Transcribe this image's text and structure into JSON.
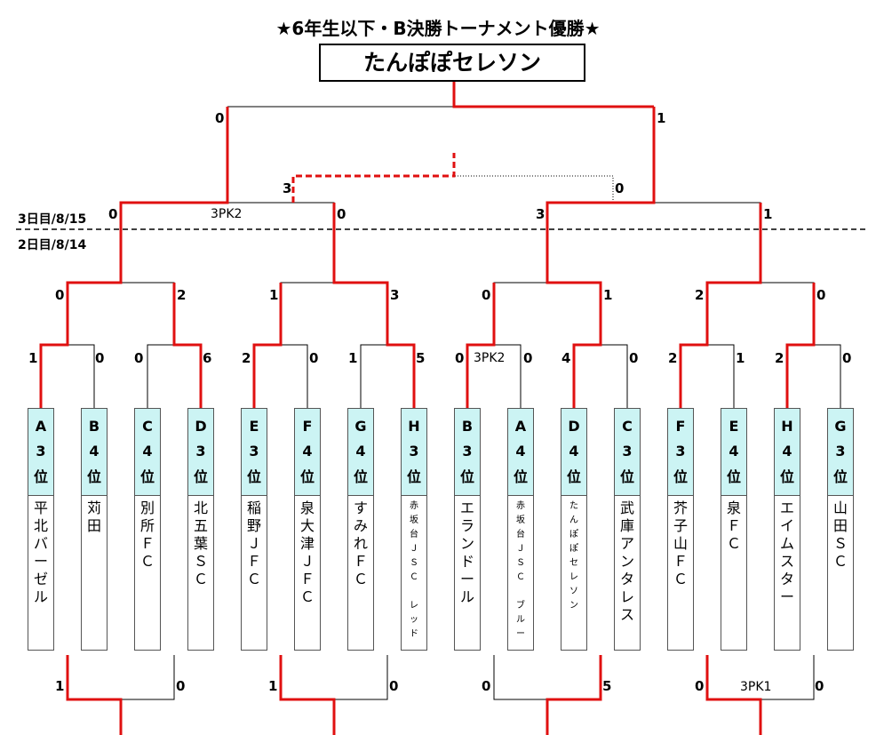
{
  "title": "★6年生以下・B決勝トーナメント優勝★",
  "champion": "たんぽぽセレソン",
  "day3_label": "3日目/8/15",
  "day2_label": "2日目/8/14",
  "colors": {
    "winner_line": "#e01010",
    "normal_line": "#000000",
    "seed_bg": "#ccf4f4"
  },
  "teams": [
    {
      "group": "A",
      "rank": "3",
      "pos": "位",
      "name": "平北バーゼル"
    },
    {
      "group": "B",
      "rank": "4",
      "pos": "位",
      "name": "苅田"
    },
    {
      "group": "C",
      "rank": "4",
      "pos": "位",
      "name": "別所ＦＣ"
    },
    {
      "group": "D",
      "rank": "3",
      "pos": "位",
      "name": "北五葉ＳＣ"
    },
    {
      "group": "E",
      "rank": "3",
      "pos": "位",
      "name": "稲野ＪＦＣ"
    },
    {
      "group": "F",
      "rank": "4",
      "pos": "位",
      "name": "泉大津ＪＦＣ"
    },
    {
      "group": "G",
      "rank": "4",
      "pos": "位",
      "name": "すみれＦＣ"
    },
    {
      "group": "H",
      "rank": "3",
      "pos": "位",
      "name": "赤坂台ＪＳＣ　レッド"
    },
    {
      "group": "B",
      "rank": "3",
      "pos": "位",
      "name": "エランドール"
    },
    {
      "group": "A",
      "rank": "4",
      "pos": "位",
      "name": "赤坂台ＪＳＣ　ブルー"
    },
    {
      "group": "D",
      "rank": "4",
      "pos": "位",
      "name": "たんぽぽセレソン"
    },
    {
      "group": "C",
      "rank": "3",
      "pos": "位",
      "name": "武庫アンタレス"
    },
    {
      "group": "F",
      "rank": "3",
      "pos": "位",
      "name": "芥子山ＦＣ"
    },
    {
      "group": "E",
      "rank": "4",
      "pos": "位",
      "name": "泉ＦＣ"
    },
    {
      "group": "H",
      "rank": "4",
      "pos": "位",
      "name": "エイムスター"
    },
    {
      "group": "G",
      "rank": "3",
      "pos": "位",
      "name": "山田ＳＣ"
    }
  ],
  "round1_scores": [
    "1",
    "0",
    "0",
    "6",
    "2",
    "0",
    "1",
    "5",
    "0",
    "0",
    "4",
    "0",
    "2",
    "1",
    "2",
    "0"
  ],
  "round1_pk": "3PK2",
  "round2_scores": [
    "0",
    "2",
    "1",
    "3",
    "0",
    "1",
    "2",
    "0"
  ],
  "semi_scores": [
    "0",
    "0",
    "3",
    "1"
  ],
  "semi_pk": "3PK2",
  "final_scores": [
    "0",
    "1"
  ],
  "third_scores": [
    "3",
    "0"
  ],
  "bottom_scores": [
    "1",
    "0",
    "1",
    "0",
    "0",
    "5",
    "0",
    "0"
  ],
  "bottom_pk": "3PK1"
}
